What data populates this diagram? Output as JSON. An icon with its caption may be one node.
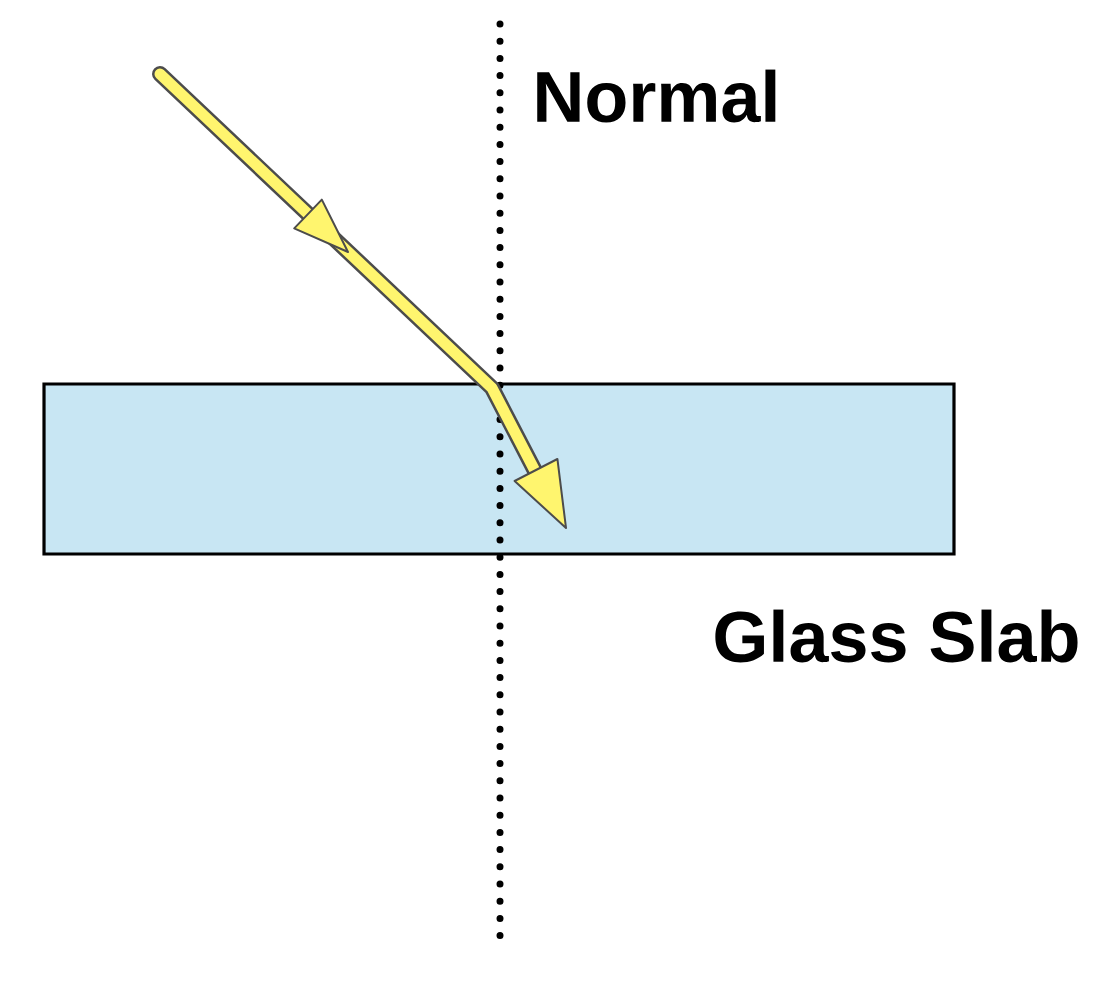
{
  "diagram": {
    "nodes": [
      {
        "text": [],
        "shape": "box",
        "beside": [
          "Glass Slab"
        ]
      }
    ],
    "labels": [
      "Normal"
    ]
  }
}
